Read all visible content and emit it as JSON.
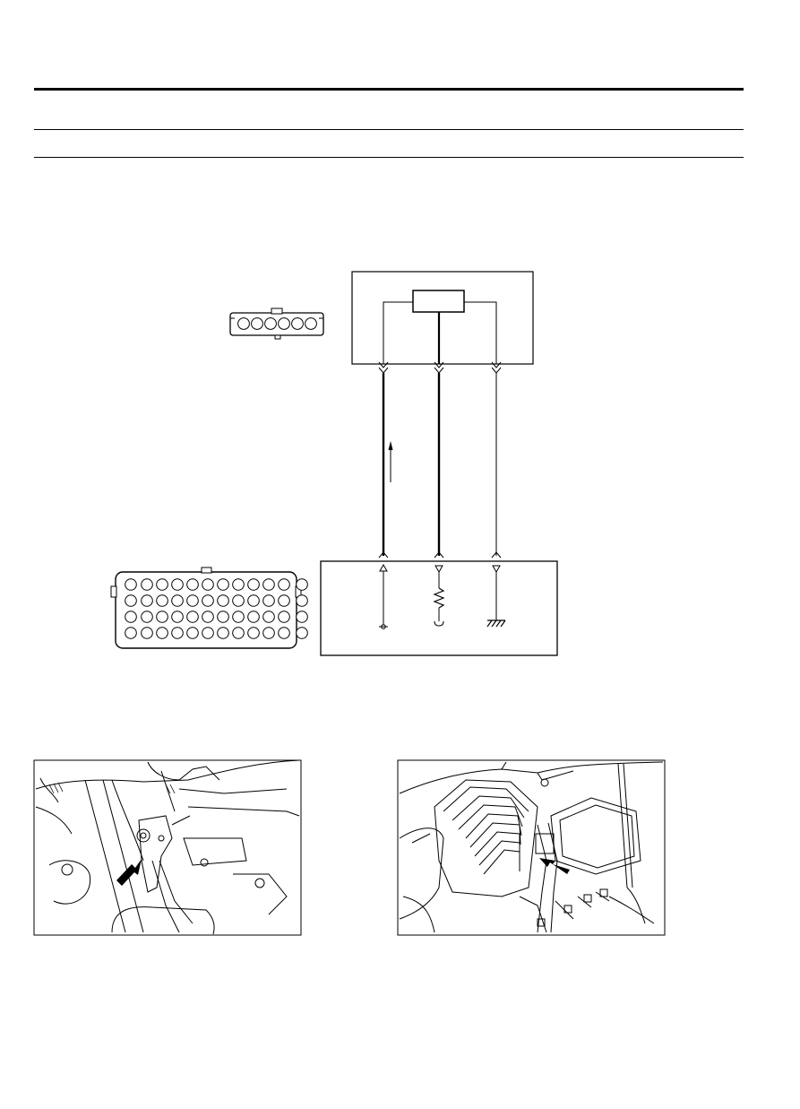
{
  "page": {
    "header_rules": [
      "thick",
      "thin",
      "thin"
    ]
  },
  "schematic": {
    "upper_connector_pins": 6,
    "lower_connector_pin_rows": 4,
    "lower_connector_pins_per_row": 12,
    "wire_count": 3,
    "terminal_symbols": [
      "input-triangle",
      "output-triangle",
      "output-triangle"
    ],
    "loads": [
      "junction",
      "resistor",
      "ground"
    ]
  },
  "photos": [
    {
      "name": "location-photo-left",
      "callout": "arrow"
    },
    {
      "name": "location-photo-right",
      "callout": "arrow"
    }
  ]
}
